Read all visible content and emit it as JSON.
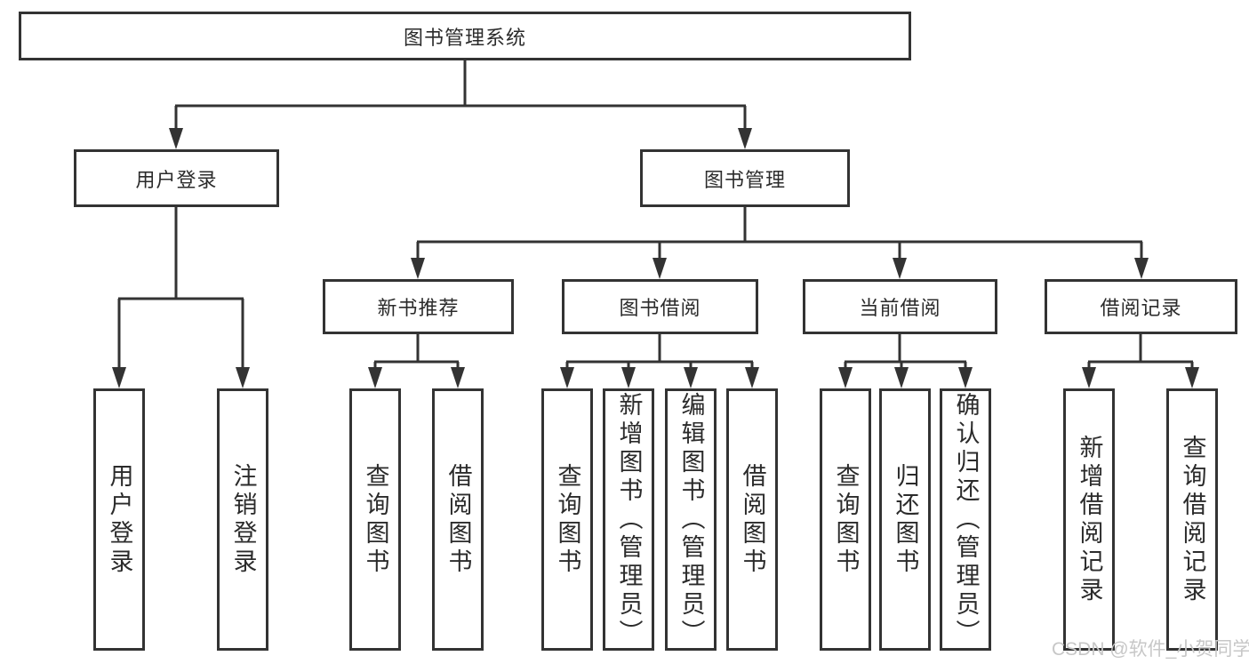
{
  "tree": {
    "label": "图书管理系统",
    "children": [
      {
        "label": "用户登录",
        "children": [
          {
            "label": "用户登录"
          },
          {
            "label": "注销登录"
          }
        ]
      },
      {
        "label": "图书管理",
        "children": [
          {
            "label": "新书推荐",
            "children": [
              {
                "label": "查询图书"
              },
              {
                "label": "借阅图书"
              }
            ]
          },
          {
            "label": "图书借阅",
            "children": [
              {
                "label": "查询图书"
              },
              {
                "label": "新增图书（管理员）"
              },
              {
                "label": "编辑图书（管理员）"
              },
              {
                "label": "借阅图书"
              }
            ]
          },
          {
            "label": "当前借阅",
            "children": [
              {
                "label": "查询图书"
              },
              {
                "label": "归还图书"
              },
              {
                "label": "确认归还（管理员）"
              }
            ]
          },
          {
            "label": "借阅记录",
            "children": [
              {
                "label": "新增借阅记录"
              },
              {
                "label": "查询借阅记录"
              }
            ]
          }
        ]
      }
    ]
  },
  "watermark": {
    "text": "CSDN @软件_小贺同学"
  },
  "colors": {
    "line": "#333333",
    "text": "#2b2b2b",
    "watermark": "#c7c7c7",
    "background": "#ffffff"
  }
}
